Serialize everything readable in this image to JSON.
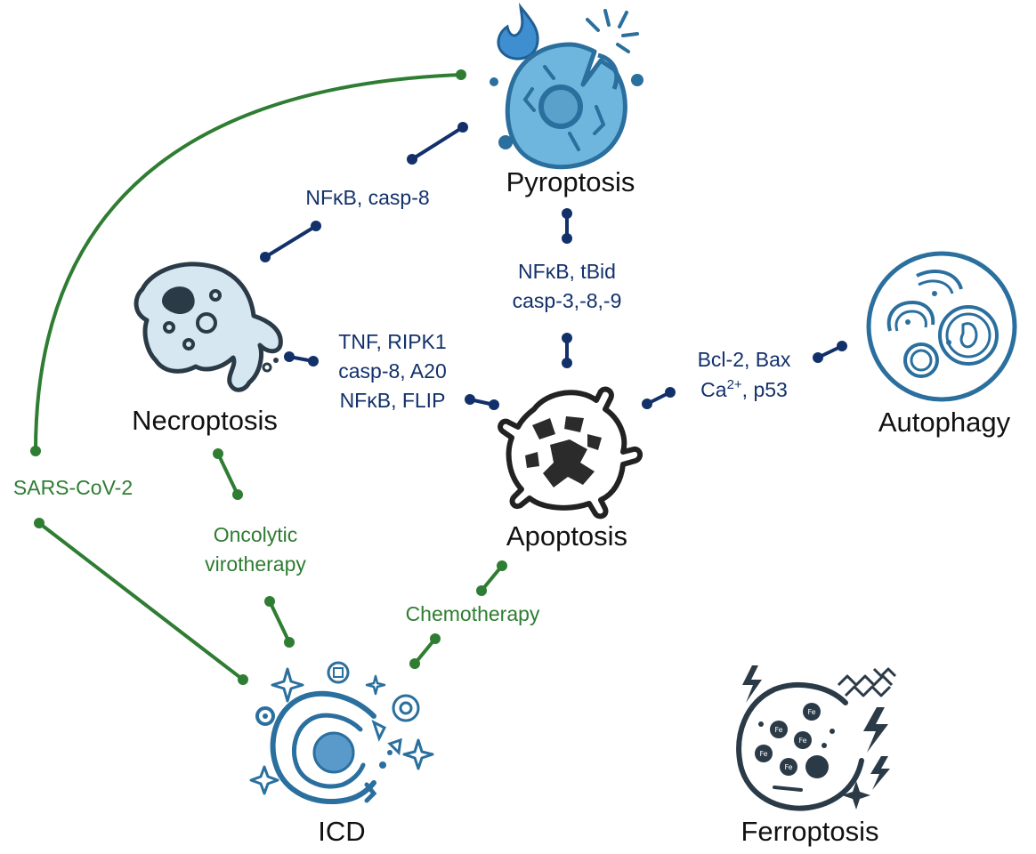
{
  "nodes": {
    "pyroptosis": "Pyroptosis",
    "necroptosis": "Necroptosis",
    "apoptosis": "Apoptosis",
    "autophagy": "Autophagy",
    "icd": "ICD",
    "ferroptosis": "Ferroptosis"
  },
  "mediators": {
    "pyro_necro": "NFκB, casp-8",
    "pyro_apop_line1": "NFκB, tBid",
    "pyro_apop_line2": "casp-3,-8,-9",
    "necro_apop_line1": "TNF, RIPK1",
    "necro_apop_line2": "casp-8, A20",
    "necro_apop_line3": "NFκB, FLIP",
    "apop_auto_line1": "Bcl-2, Bax",
    "apop_auto_line2_base": "Ca",
    "apop_auto_line2_sup": "2+",
    "apop_auto_line2_rest": ", p53"
  },
  "inducers": {
    "sars": "SARS-CoV-2",
    "oncolytic_line1": "Oncolytic",
    "oncolytic_line2": "virotherapy",
    "chemo": "Chemotherapy"
  },
  "icons": {
    "pyroptosis": "pyroptosis-cell-icon",
    "necroptosis": "necroptosis-cell-icon",
    "apoptosis": "apoptosis-cell-icon",
    "autophagy": "autophagy-cell-icon",
    "icd": "icd-cell-icon",
    "ferroptosis": "ferroptosis-cell-icon"
  },
  "colors": {
    "mediator": "#12316b",
    "inducer": "#2e7d32",
    "cell_blue": "#2e6f9e",
    "cell_dark": "#2b3a47"
  }
}
